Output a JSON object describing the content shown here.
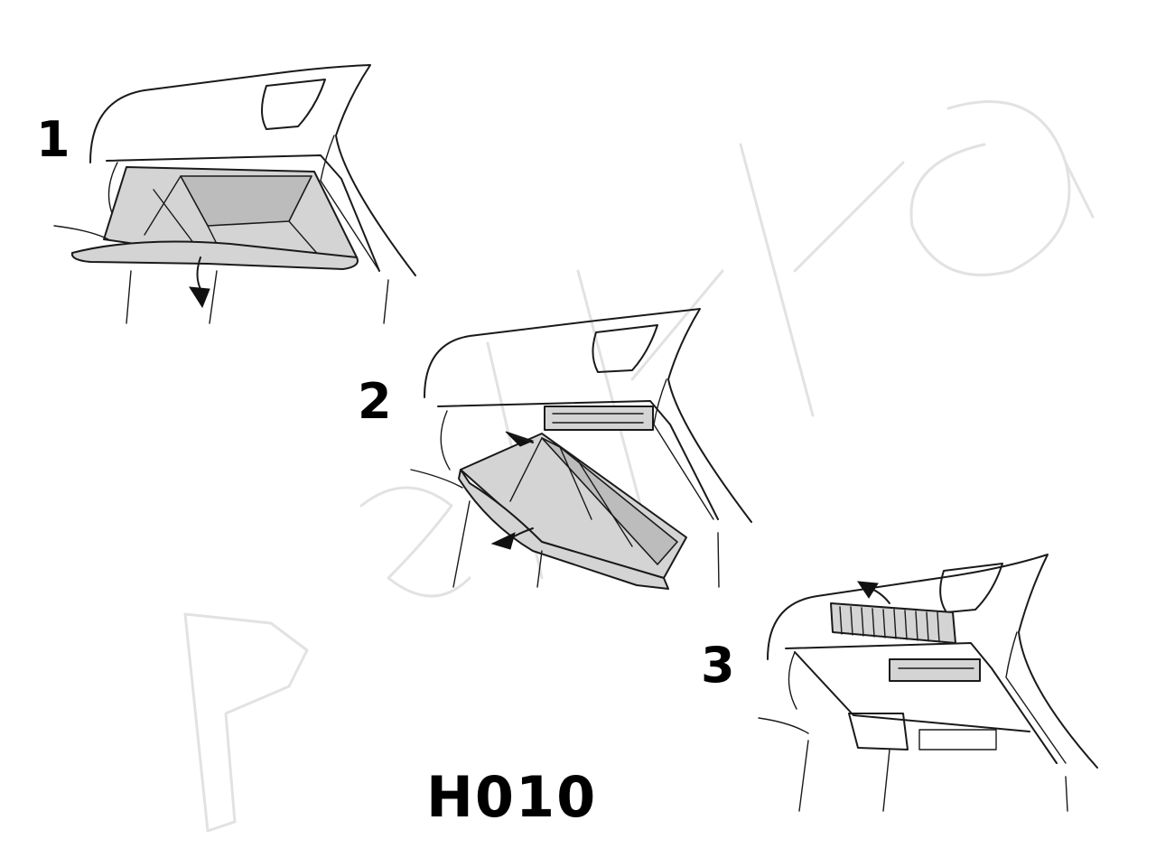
{
  "steps": [
    {
      "label": "1"
    },
    {
      "label": "2"
    },
    {
      "label": "3"
    }
  ],
  "code": "H010",
  "watermark_icon": "brand-watermark-outline"
}
